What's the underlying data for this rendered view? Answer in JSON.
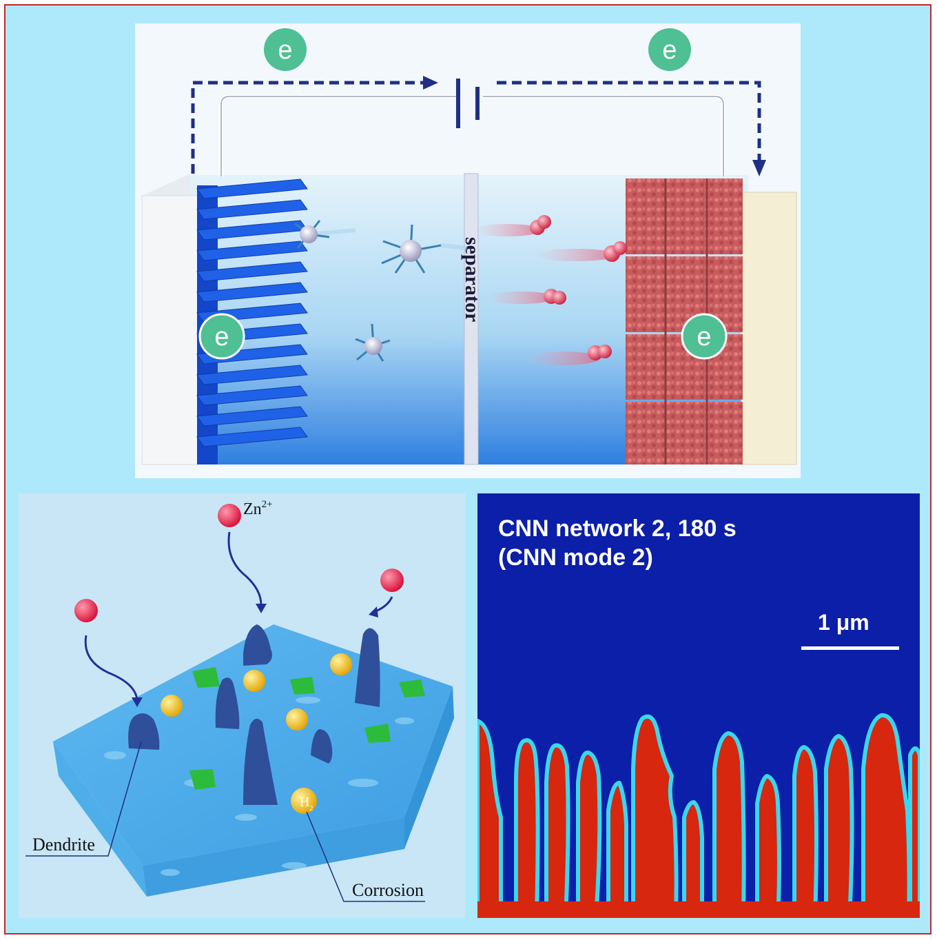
{
  "top_panel": {
    "electron_label": "e",
    "separator_label": "separator"
  },
  "left_panel": {
    "zn_label": "Zn",
    "zn_charge": "2+",
    "h2_label": "H",
    "h2_subscript": "2",
    "dendrite_label": "Dendrite",
    "corrosion_label": "Corrosion"
  },
  "right_panel": {
    "title_line1": "CNN network 2, 180 s",
    "title_line2": "(CNN mode 2)",
    "scale_label": "1 μm"
  },
  "colors": {
    "border": "#c0282d",
    "background": "#aee9fb",
    "electron_circle": "#4fbf94",
    "dashed_arrow": "#1f2f86",
    "anode_blue": "#1f62e8",
    "cathode_red": "#c95a5a",
    "simulation_bg": "#0c1fa8",
    "simulation_dendrite": "#d7270f",
    "zn_ion": "#e8123c",
    "h2_bubble": "#f2b612"
  }
}
